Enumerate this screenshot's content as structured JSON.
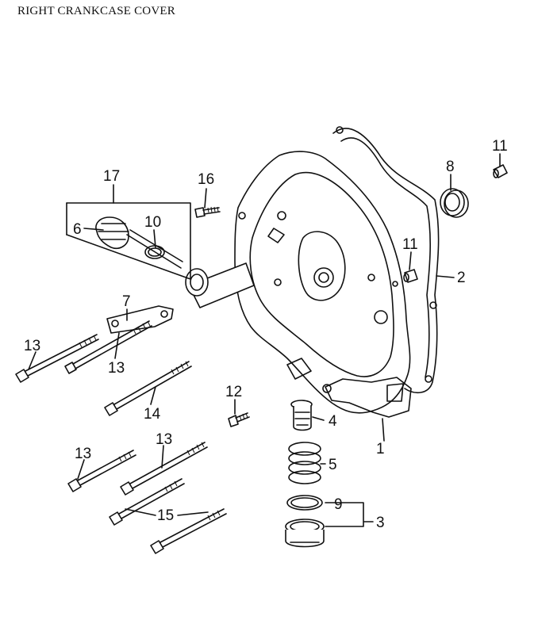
{
  "title": "RIGHT CRANKCASE COVER",
  "callouts": {
    "c1": "1",
    "c2": "2",
    "c3": "3",
    "c4": "4",
    "c5": "5",
    "c6": "6",
    "c7": "7",
    "c8": "8",
    "c9": "9",
    "c10": "10",
    "c11a": "11",
    "c11b": "11",
    "c12": "12",
    "c13a": "13",
    "c13b": "13",
    "c13c": "13",
    "c13d": "13",
    "c14": "14",
    "c15": "15",
    "c16": "16",
    "c17": "17"
  }
}
